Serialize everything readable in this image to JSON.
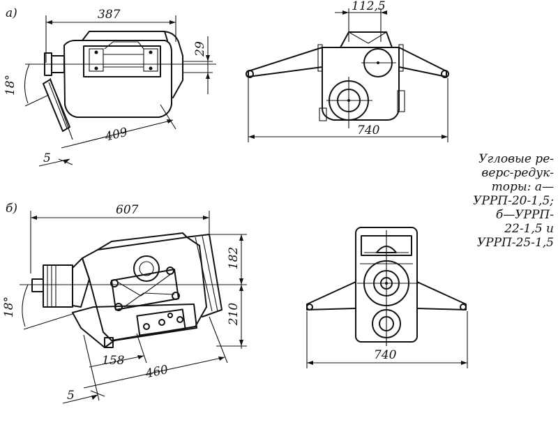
{
  "labels": {
    "a": "a)",
    "b": "б)"
  },
  "dims": {
    "a_length": "387",
    "a_width": "112,5",
    "a_height": "29",
    "a_angle": "18°",
    "a_diag": "409",
    "a_small": "5",
    "a_span": "740",
    "b_length": "607",
    "b_h1": "182",
    "b_h2": "210",
    "b_angle": "18°",
    "b_d1": "158",
    "b_d2": "460",
    "b_small": "5",
    "b_span": "740"
  },
  "caption": {
    "lines": [
      "Угловые ре-",
      "верс-редук-",
      "торы:    а—",
      "УРРП-20-1,5;",
      "б—УРРП-",
      "22-1,5  и",
      "УРРП-25-1,5"
    ]
  }
}
